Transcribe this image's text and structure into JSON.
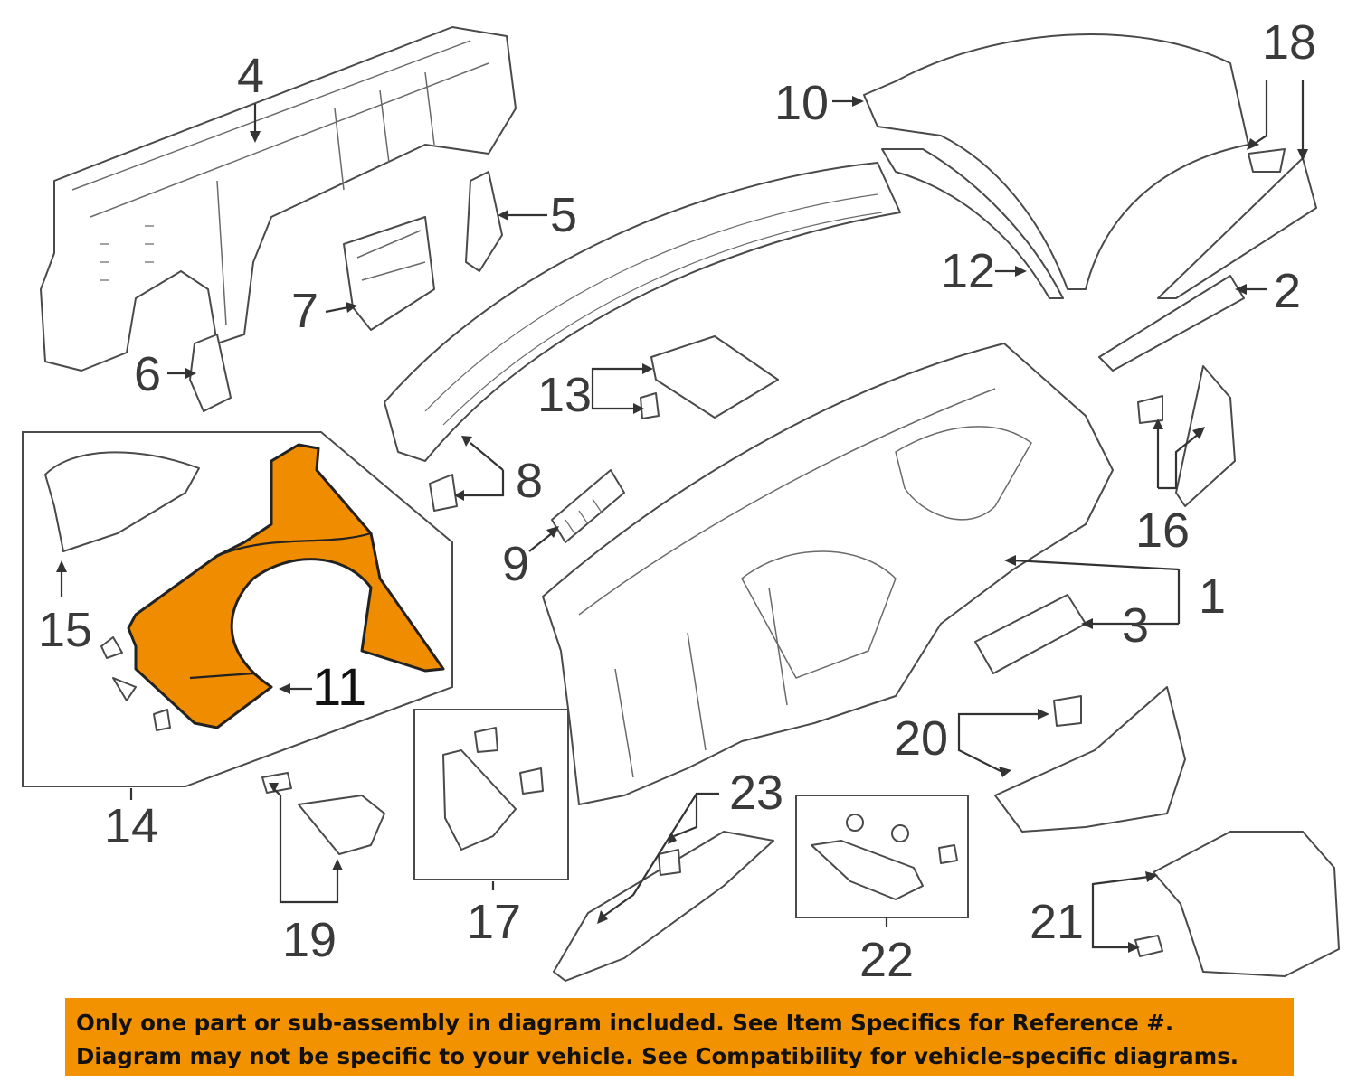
{
  "diagram": {
    "callouts": {
      "c1": "1",
      "c2": "2",
      "c3": "3",
      "c4": "4",
      "c5": "5",
      "c6": "6",
      "c7": "7",
      "c8": "8",
      "c9": "9",
      "c10": "10",
      "c11": "11",
      "c12": "12",
      "c13": "13",
      "c14": "14",
      "c15": "15",
      "c16": "16",
      "c17": "17",
      "c18": "18",
      "c19": "19",
      "c20": "20",
      "c21": "21",
      "c22": "22",
      "c23": "23"
    },
    "highlighted_part": "11",
    "colors": {
      "highlight": "#f08c00",
      "banner": "#f39200",
      "line": "#4a4a4a"
    }
  },
  "banner": {
    "line1": "Only one part or sub-assembly in diagram included. See Item Specifics for Reference #.",
    "line2": "Diagram may not be specific to your vehicle. See Compatibility for vehicle-specific diagrams."
  }
}
